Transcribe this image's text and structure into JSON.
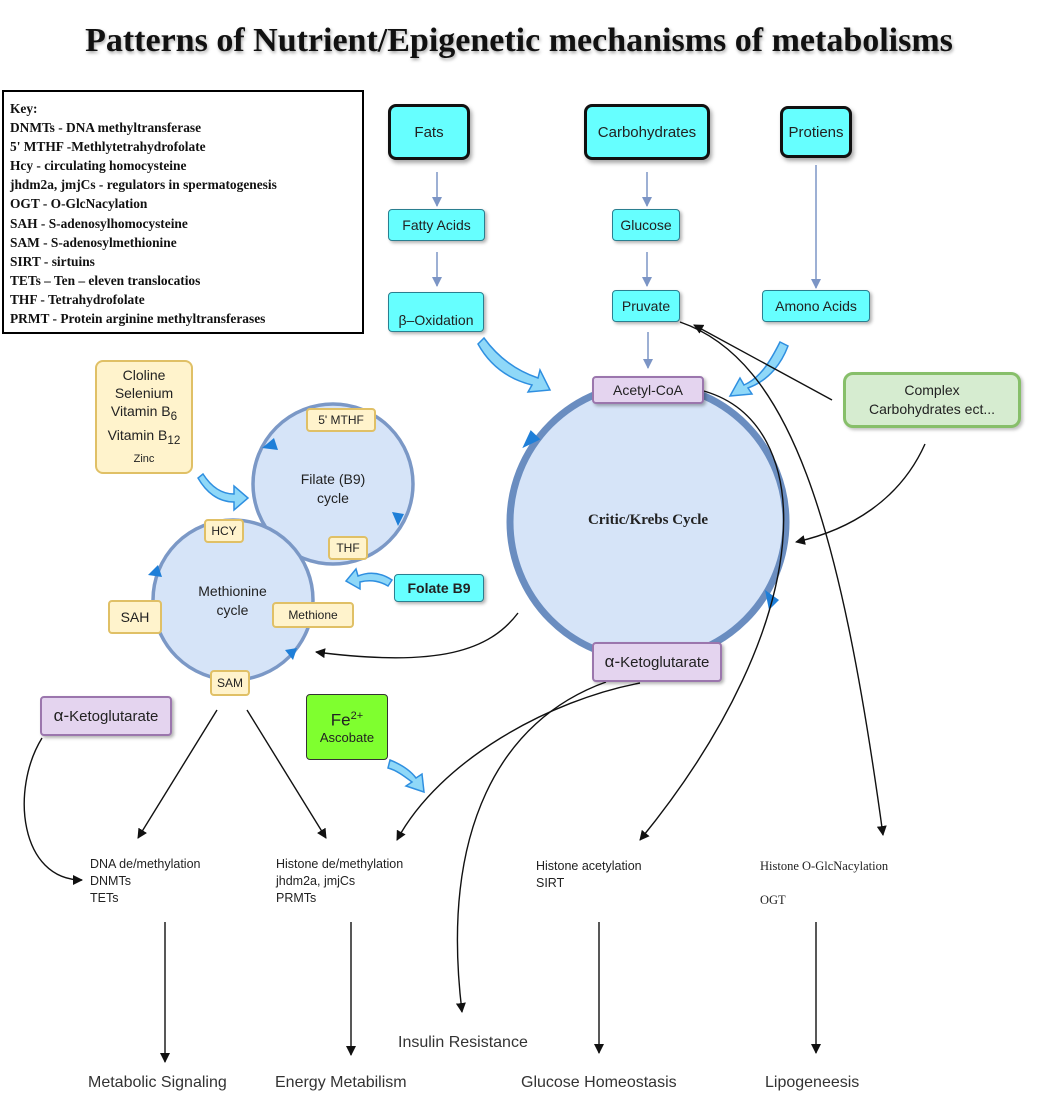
{
  "title": "Patterns of Nutrient/Epigenetic mechanisms of metabolisms",
  "key": {
    "heading": "Key:",
    "items": [
      "DNMTs - DNA methyltransferase",
      "5' MTHF -Methlytetrahydrofolate",
      "Hcy - circulating homocysteine",
      "jhdm2a, jmjCs - regulators in spermatogenesis",
      "OGT - O-GlcNacylation",
      "SAH - S-adenosylhomocysteine",
      "SAM - S-adenosylmethionine",
      "SIRT - sirtuins",
      "TETs – Ten – eleven translocatios",
      "THF - Tetrahydrofolate",
      "PRMT - Protein arginine methyltransferases"
    ]
  },
  "nutrients": {
    "fats": "Fats",
    "carbs": "Carbohydrates",
    "proteins": "Protiens"
  },
  "intermediates": {
    "fatty_acids": "Fatty Acids",
    "glucose": "Glucose",
    "beta_oxidation": "β–Oxidation",
    "pyruvate": "Pruvate",
    "amino_acids": "Amono Acids"
  },
  "complex": {
    "line1": "Complex",
    "line2": "Carbohydrates ect..."
  },
  "krebs": {
    "label": "Critic/Krebs Cycle",
    "acetyl": "Acetyl-CoA",
    "alpha": "α-",
    "keto": "Ketoglutarate"
  },
  "cofactors": {
    "line1": "Cloline",
    "line2": "Selenium",
    "line3": "Vitamin B",
    "sub3": "6",
    "line4": "Vitamin B",
    "sub4": "12",
    "line5": "Zinc"
  },
  "folate": {
    "label1": "Filate  (B9)",
    "label2": "cycle",
    "mthf": "5' MTHF",
    "thf": "THF",
    "supplement": "Folate B9"
  },
  "methionine": {
    "label1": "Methionine",
    "label2": "cycle",
    "hcy": "HCY",
    "sah": "SAH",
    "sam": "SAM",
    "methione": "Methione"
  },
  "alpha_box": {
    "alpha": "α-",
    "keto": "Ketoglutarate"
  },
  "iron": {
    "fe": "Fe",
    "sup": "2+",
    "ascorbate": "Ascobate"
  },
  "mechanisms": {
    "dna": [
      "DNA de/methylation",
      "DNMTs",
      "TETs"
    ],
    "histone_meth": [
      "Histone de/methylation",
      "jhdm2a, jmjCs",
      "PRMTs"
    ],
    "histone_acet": [
      "Histone acetylation",
      "SIRT"
    ],
    "glcnac": [
      "Histone O-GlcNacylation",
      "OGT"
    ]
  },
  "outcomes": {
    "insulin": "Insulin Resistance",
    "signaling": "Metabolic Signaling",
    "energy": "Energy Metabilism",
    "glucose": "Glucose Homeostasis",
    "lipo": "Lipogeneesis"
  },
  "colors": {
    "cyan": "#66ffff",
    "cycle_fill": "#d6e4f8",
    "cycle_stroke": "#6a8dc0",
    "arrow_blue": "#2f8fe0",
    "purple": "#e4d4ef",
    "yellow": "#fff3cc",
    "green": "#d6ecd0",
    "lime": "#7fff2f"
  }
}
